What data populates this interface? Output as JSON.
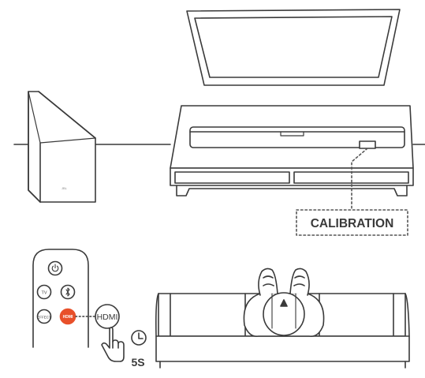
{
  "callout": {
    "label": "CALIBRATION"
  },
  "remote": {
    "buttons": [
      {
        "name": "power",
        "icon": "power-icon",
        "label": ""
      },
      {
        "name": "tv",
        "icon": "",
        "label": "TV"
      },
      {
        "name": "bluetooth",
        "icon": "bluetooth-icon",
        "label": ""
      },
      {
        "name": "effects",
        "icon": "",
        "label": "EFFECT"
      },
      {
        "name": "hdmi",
        "icon": "",
        "label": "HDMI"
      }
    ],
    "hdmi_callout_label": "HDMI"
  },
  "hold": {
    "duration_label": "5S",
    "icon": "clock-icon"
  },
  "subwoofer": {
    "logo": "JBL"
  },
  "colors": {
    "line": "#3a3a3a",
    "accent": "#e8502a",
    "dashed": "#555555"
  }
}
